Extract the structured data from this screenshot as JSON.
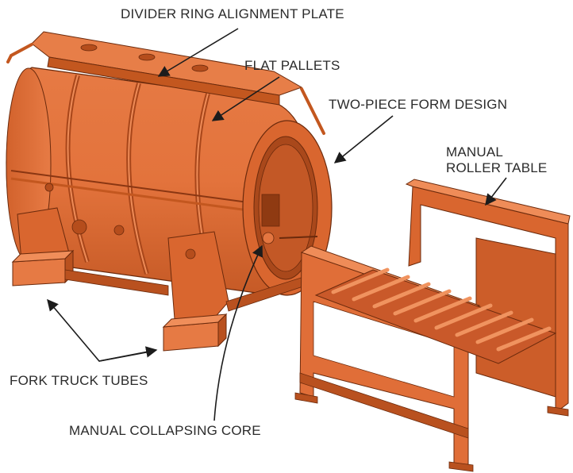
{
  "diagram": {
    "colors": {
      "orange": "#e0703a",
      "orange_dark": "#b8501f",
      "orange_light": "#ef915f",
      "outline": "#6b2a0c",
      "leader": "#1c1c1c",
      "text": "#2b2b2b"
    },
    "labels": {
      "divider_ring_alignment_plate": "DIVIDER RING ALIGNMENT PLATE",
      "flat_pallets": "FLAT PALLETS",
      "two_piece_form_design": "TWO-PIECE FORM DESIGN",
      "manual_roller_table_line1": "MANUAL",
      "manual_roller_table_line2": "ROLLER TABLE",
      "fork_truck_tubes": "FORK TRUCK TUBES",
      "manual_collapsing_core": "MANUAL COLLAPSING CORE"
    }
  }
}
